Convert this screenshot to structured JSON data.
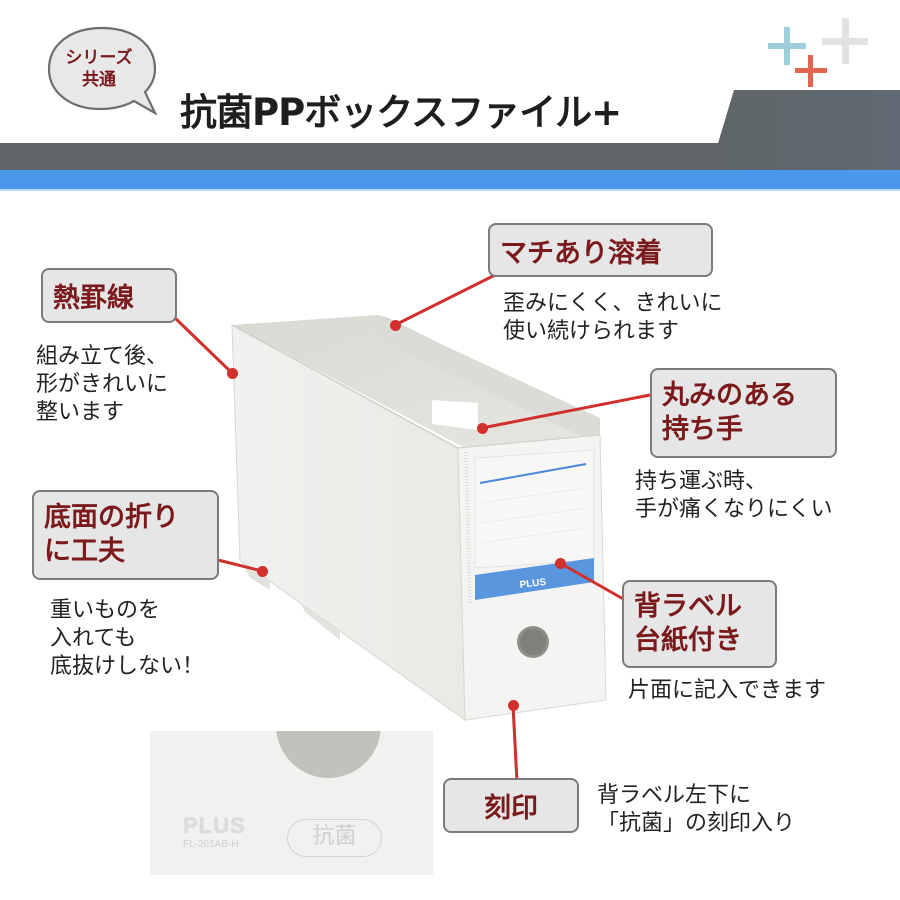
{
  "header": {
    "series_badge": [
      "シリーズ",
      "共通"
    ],
    "title": "抗菌PPボックスファイル+",
    "colors": {
      "band_gray": "#5f6467",
      "band_blue": "#4d97ea",
      "badge_text": "#7a1a1c"
    },
    "decorations": [
      {
        "icon": "plus-icon",
        "color": "#9fcfdb"
      },
      {
        "icon": "plus-icon",
        "color": "#e2664f"
      },
      {
        "icon": "plus-icon",
        "color": "#e2e2e2"
      }
    ]
  },
  "features": [
    {
      "id": "heat-crease",
      "label": [
        "熱罫線"
      ],
      "description": "組み立て後、\n形がきれいに\n整います"
    },
    {
      "id": "gusset-weld",
      "label": [
        "マチあり溶着"
      ],
      "description": "歪みにくく、きれいに\n使い続けられます"
    },
    {
      "id": "rounded-handle",
      "label": [
        "丸みのある",
        "持ち手"
      ],
      "description": "持ち運ぶ時、\n手が痛くなりにくい"
    },
    {
      "id": "bottom-fold",
      "label": [
        "底面の折り",
        "に工夫"
      ],
      "description": "重いものを\n入れても\n底抜けしない！"
    },
    {
      "id": "spine-label",
      "label": [
        "背ラベル",
        "台紙付き"
      ],
      "description": "片面に記入できます"
    },
    {
      "id": "engraving",
      "label": [
        "刻印"
      ],
      "description": "背ラベル左下に\n「抗菌」の刻印入り"
    }
  ],
  "product": {
    "spine_label_brand": "PLUS",
    "stamp_brand": "PLUS",
    "stamp_model": "FL-201AB-H",
    "stamp_mark": "抗菌",
    "callout_color": "#d1302c"
  }
}
